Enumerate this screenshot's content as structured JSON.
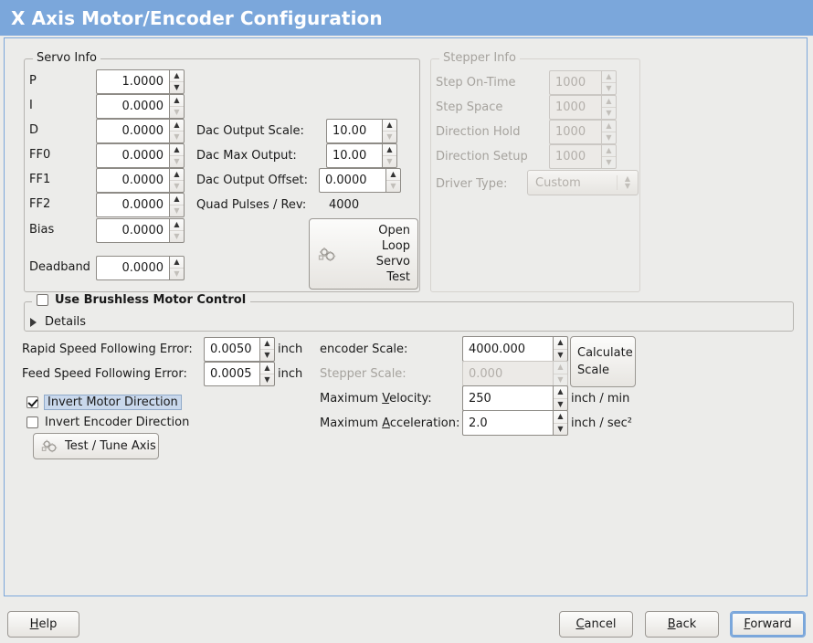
{
  "window": {
    "title": "X Axis Motor/Encoder Configuration",
    "titlebar_color": "#7ba7db",
    "background_color": "#ececea",
    "accent_color": "#7ba7db"
  },
  "servo_info": {
    "legend": "Servo Info",
    "rows": [
      {
        "label": "P",
        "value": "1.0000"
      },
      {
        "label": "I",
        "value": "0.0000"
      },
      {
        "label": "D",
        "value": "0.0000"
      },
      {
        "label": "FF0",
        "value": "0.0000"
      },
      {
        "label": "FF1",
        "value": "0.0000"
      },
      {
        "label": "FF2",
        "value": "0.0000"
      },
      {
        "label": "Bias",
        "value": "0.0000"
      },
      {
        "label": "Deadband",
        "value": "0.0000"
      }
    ],
    "dac_output_scale": {
      "label": "Dac Output Scale:",
      "value": "10.00"
    },
    "dac_max_output": {
      "label": "Dac Max Output:",
      "value": "10.00"
    },
    "dac_output_offset": {
      "label": "Dac Output Offset:",
      "value": "0.0000"
    },
    "quad_pulses": {
      "label": "Quad Pulses / Rev:",
      "value": "4000"
    },
    "open_loop_test_button": {
      "line1": "Open",
      "line2": "Loop",
      "line3": "Servo",
      "line4": "Test",
      "icon": "gears-icon"
    }
  },
  "stepper_info": {
    "legend": "Stepper Info",
    "enabled": false,
    "rows": [
      {
        "label": "Step On-Time",
        "value": "1000"
      },
      {
        "label": "Step Space",
        "value": "1000"
      },
      {
        "label": "Direction Hold",
        "value": "1000"
      },
      {
        "label": "Direction Setup",
        "value": "1000"
      }
    ],
    "driver_type": {
      "label": "Driver Type:",
      "value": "Custom"
    }
  },
  "brushless": {
    "checkbox_label": "Use Brushless Motor Control",
    "checked": false,
    "details_label": "Details",
    "details_expanded": false
  },
  "errors": {
    "rapid": {
      "label": "Rapid Speed Following Error:",
      "value": "0.0050",
      "unit": "inch"
    },
    "feed": {
      "label": "Feed Speed Following Error:",
      "value": "0.0005",
      "unit": "inch"
    }
  },
  "direction": {
    "invert_motor": {
      "label": "Invert Motor Direction",
      "checked": true
    },
    "invert_encoder": {
      "label": "Invert Encoder Direction",
      "checked": false
    }
  },
  "test_tune_button": {
    "label": "Test / Tune Axis",
    "icon": "gears-icon"
  },
  "scales": {
    "encoder_scale": {
      "label": "encoder Scale:",
      "value": "4000.000",
      "enabled": true
    },
    "stepper_scale": {
      "label": "Stepper Scale:",
      "value": "0.000",
      "enabled": false
    },
    "max_velocity": {
      "label": "Maximum Velocity:",
      "mnemonic": "V",
      "value": "250",
      "unit": "inch / min"
    },
    "max_accel": {
      "label": "Maximum Acceleration:",
      "mnemonic": "A",
      "value": "2.0",
      "unit": "inch / sec²"
    },
    "calculate_button": {
      "line1": "Calculate",
      "line2": "Scale"
    }
  },
  "footer": {
    "help": {
      "label": "Help",
      "mnemonic": "H"
    },
    "cancel": {
      "label": "Cancel",
      "mnemonic": "C"
    },
    "back": {
      "label": "Back",
      "mnemonic": "B"
    },
    "forward": {
      "label": "Forward",
      "mnemonic": "F",
      "focused": true
    }
  }
}
